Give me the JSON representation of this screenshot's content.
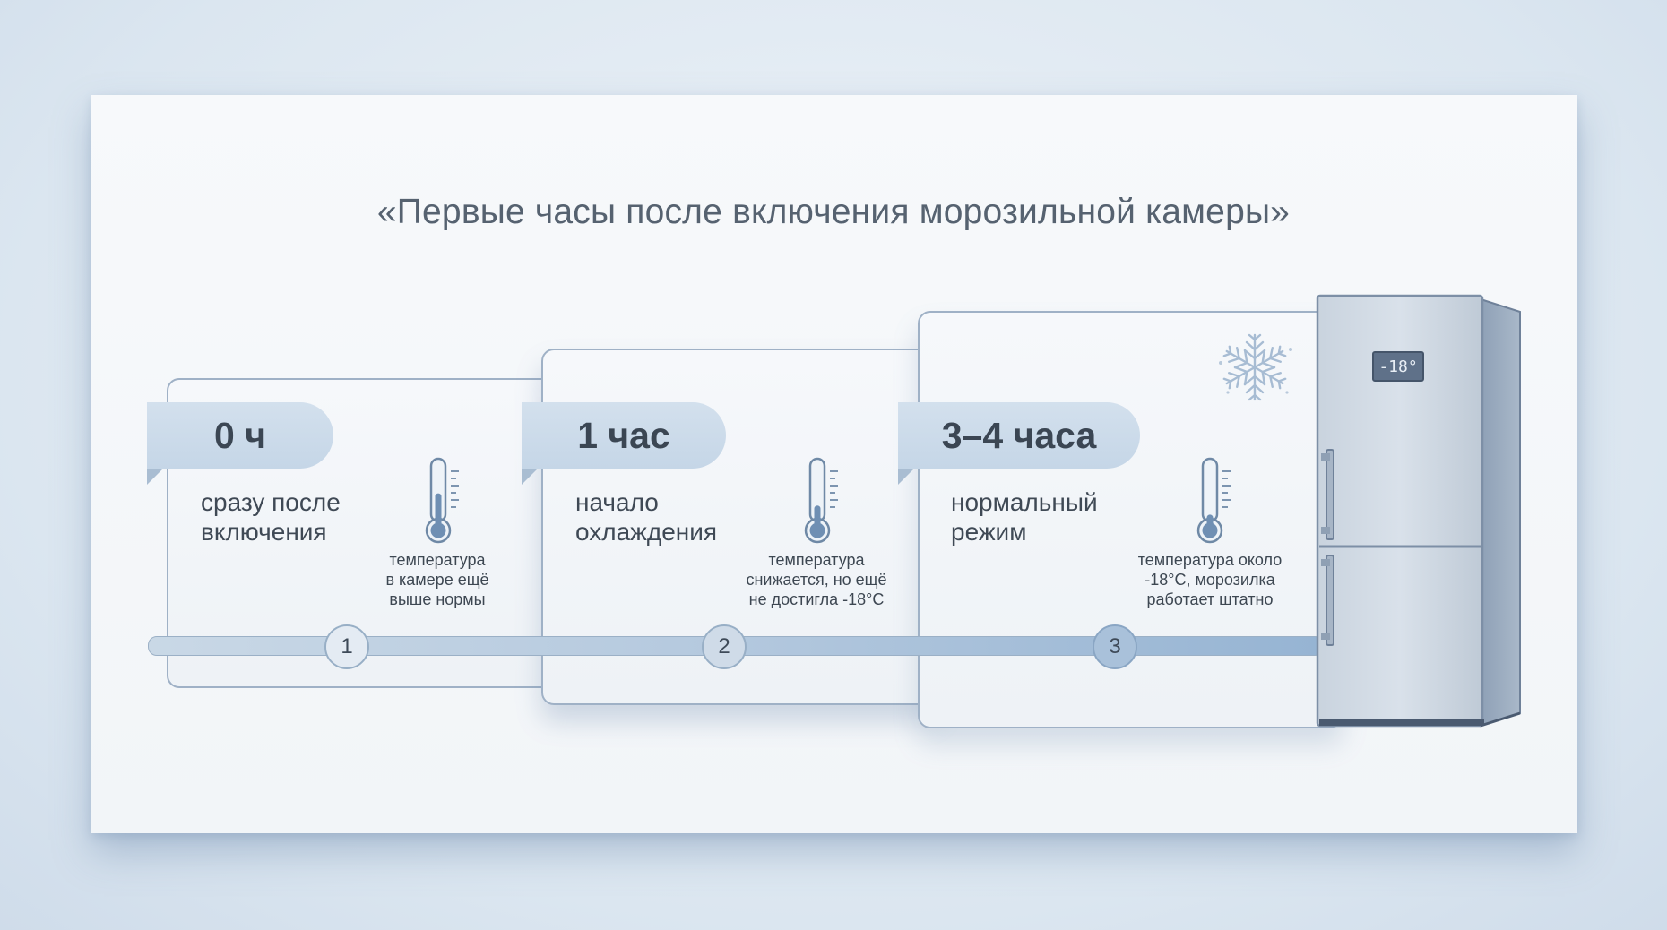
{
  "title": "«Первые часы после включения морозильной камеры»",
  "steps": [
    {
      "time": "0 ч",
      "label_lines": [
        "сразу после",
        "включения"
      ],
      "note_lines": [
        "температура",
        "в камере ещё",
        "выше нормы"
      ],
      "marker": "1"
    },
    {
      "time": "1 час",
      "label_lines": [
        "начало",
        "охлаждения"
      ],
      "note_lines": [
        "температура",
        "снижается, но ещё",
        "не достигла -18°C"
      ],
      "marker": "2"
    },
    {
      "time": "3–4 часа",
      "label_lines": [
        "нормальный",
        "режим"
      ],
      "note_lines": [
        "температура около",
        "-18°C, морозилка",
        "работает штатно"
      ],
      "marker": "3"
    }
  ],
  "fridge": {
    "display": "-18°",
    "icon": "fridge-icon"
  },
  "icons": {
    "thermometer": "thermometer-icon",
    "snowflake": "snowflake-icon"
  },
  "thermometer_levels": [
    0.55,
    0.35,
    0.2
  ],
  "colors": {
    "card_border": "#9fb1c6",
    "pill": "#c9d9ea",
    "accent": "#6f8fb3",
    "text": "#3f4a57"
  }
}
